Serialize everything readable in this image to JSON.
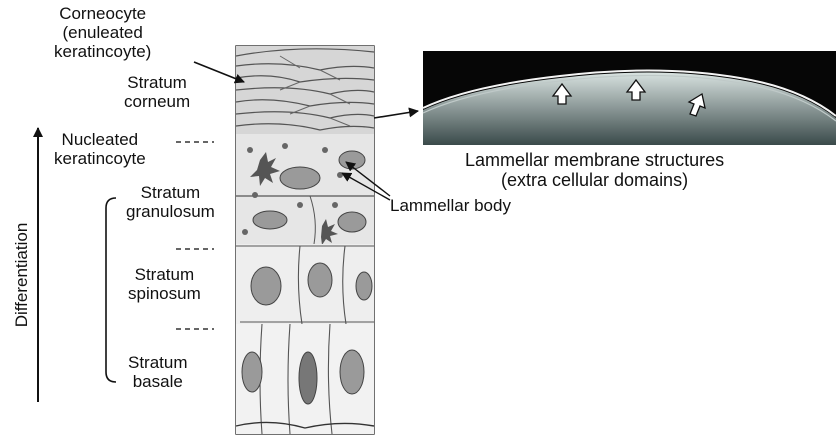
{
  "labels": {
    "corneocyte": [
      "Corneocyte",
      "(enuleated",
      "keratincoyte)"
    ],
    "stratum_corneum": [
      "Stratum",
      "corneum"
    ],
    "nucleated": [
      "Nucleated",
      "keratincoyte"
    ],
    "stratum_granulosum": [
      "Stratum",
      "granulosum"
    ],
    "stratum_spinosum": [
      "Stratum",
      "spinosum"
    ],
    "stratum_basale": [
      "Stratum",
      "basale"
    ],
    "lammellar_body": "Lammellar body",
    "lammellar_membrane": [
      "Lammellar membrane structures",
      "(extra cellular domains)"
    ],
    "differentiation": "Differentiation"
  },
  "colors": {
    "ink": "#111111",
    "micrograph_bg": "#060606",
    "tissue_bg": "#f2f2f2",
    "cell_fill": "#9a9a9a"
  }
}
